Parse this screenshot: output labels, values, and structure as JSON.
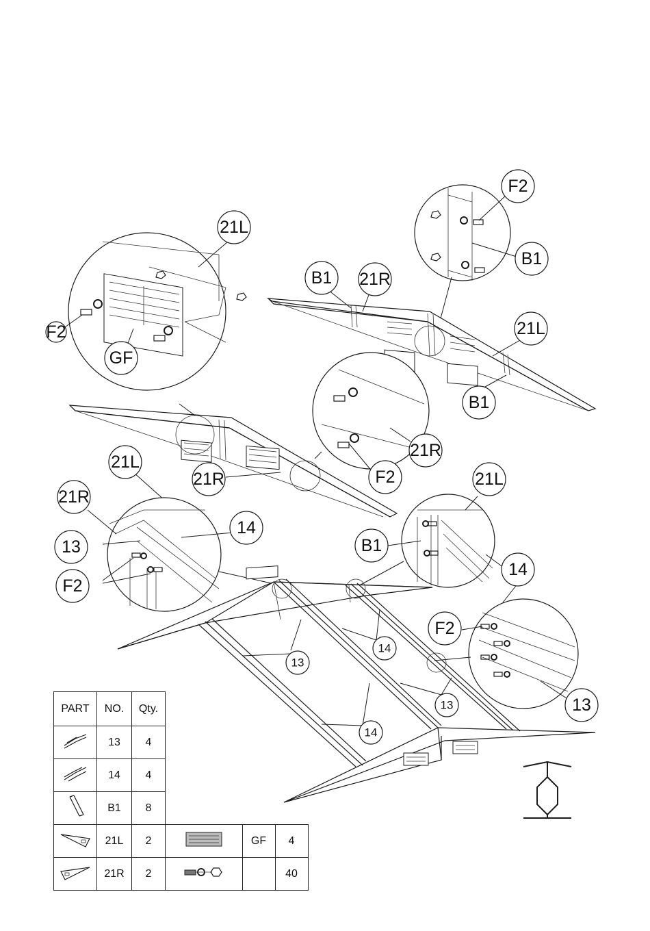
{
  "callouts": {
    "c_21L_detail": "21L",
    "c_F2_left": "F2",
    "c_GF": "GF",
    "c_F2_top": "F2",
    "c_B1_top": "B1",
    "c_B1_frame": "B1",
    "c_21R_frame": "21R",
    "c_21L_frame": "21L",
    "c_B1_frame2": "B1",
    "c_21L_mid": "21L",
    "c_21R_mid": "21R",
    "c_21R_det2": "21R",
    "c_F2_det2": "F2",
    "c_21R_left": "21R",
    "c_13_left": "13",
    "c_F2_left2": "F2",
    "c_14_left": "14",
    "c_21L_right": "21L",
    "c_B1_right": "B1",
    "c_14_right": "14",
    "c_F2_right": "F2",
    "c_13_right": "13",
    "c_13_a": "13",
    "c_14_a": "14",
    "c_13_b": "13",
    "c_14_b": "14"
  },
  "parts_table": {
    "headers": [
      "PART",
      "NO.",
      "Qty."
    ],
    "rows": [
      {
        "part_icon": "purlin-13-icon",
        "no": "13",
        "qty": "4"
      },
      {
        "part_icon": "purlin-14-icon",
        "no": "14",
        "qty": "4"
      },
      {
        "part_icon": "bracket-b1-icon",
        "no": "B1",
        "qty": "8"
      },
      {
        "part_icon": "gable-21l-icon",
        "no": "21L",
        "qty": "2",
        "extra_icon": "vent-gf-icon",
        "extra_no": "GF",
        "extra_qty": "4"
      },
      {
        "part_icon": "gable-21r-icon",
        "no": "21R",
        "qty": "2",
        "extra_icon": "bolt-nut-f2-icon",
        "extra_no": "",
        "extra_qty": "40"
      }
    ]
  }
}
